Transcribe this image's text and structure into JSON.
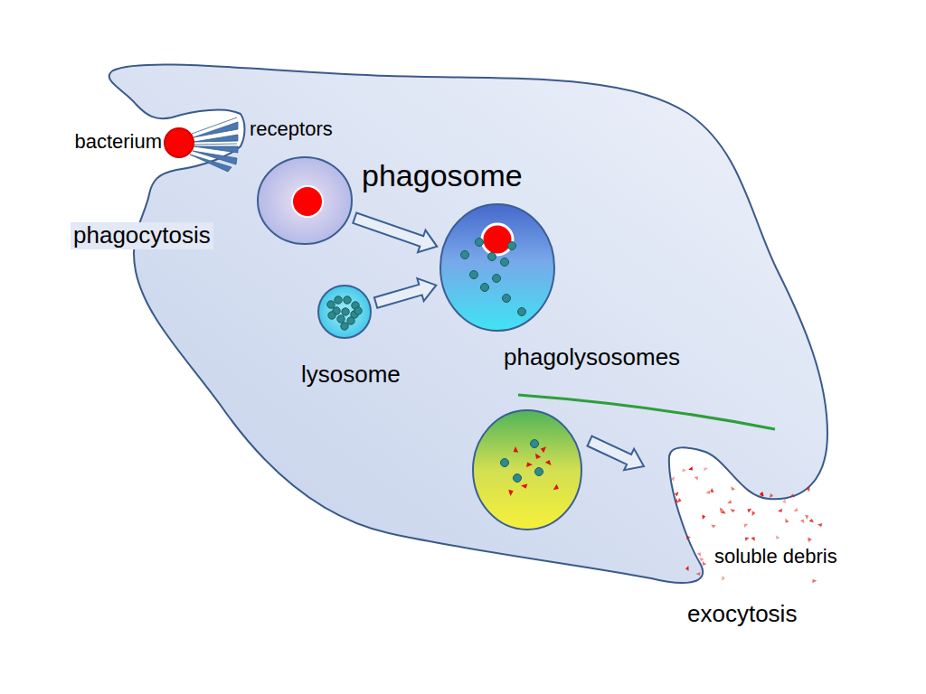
{
  "diagram": {
    "nodes": [
      {
        "text": [
          "bacterium"
        ]
      },
      {
        "text": [
          "phagosome"
        ]
      },
      {
        "text": [
          "lysosome"
        ]
      },
      {
        "text": [
          "phagolysosomes"
        ]
      }
    ],
    "edges": [
      {
        "from": 1,
        "to": 3,
        "arrow": "to"
      },
      {
        "from": 2,
        "to": 3,
        "arrow": "to"
      }
    ],
    "labels": [
      "receptors",
      "phagocytosis",
      "soluble debris",
      "exocytosis"
    ]
  }
}
